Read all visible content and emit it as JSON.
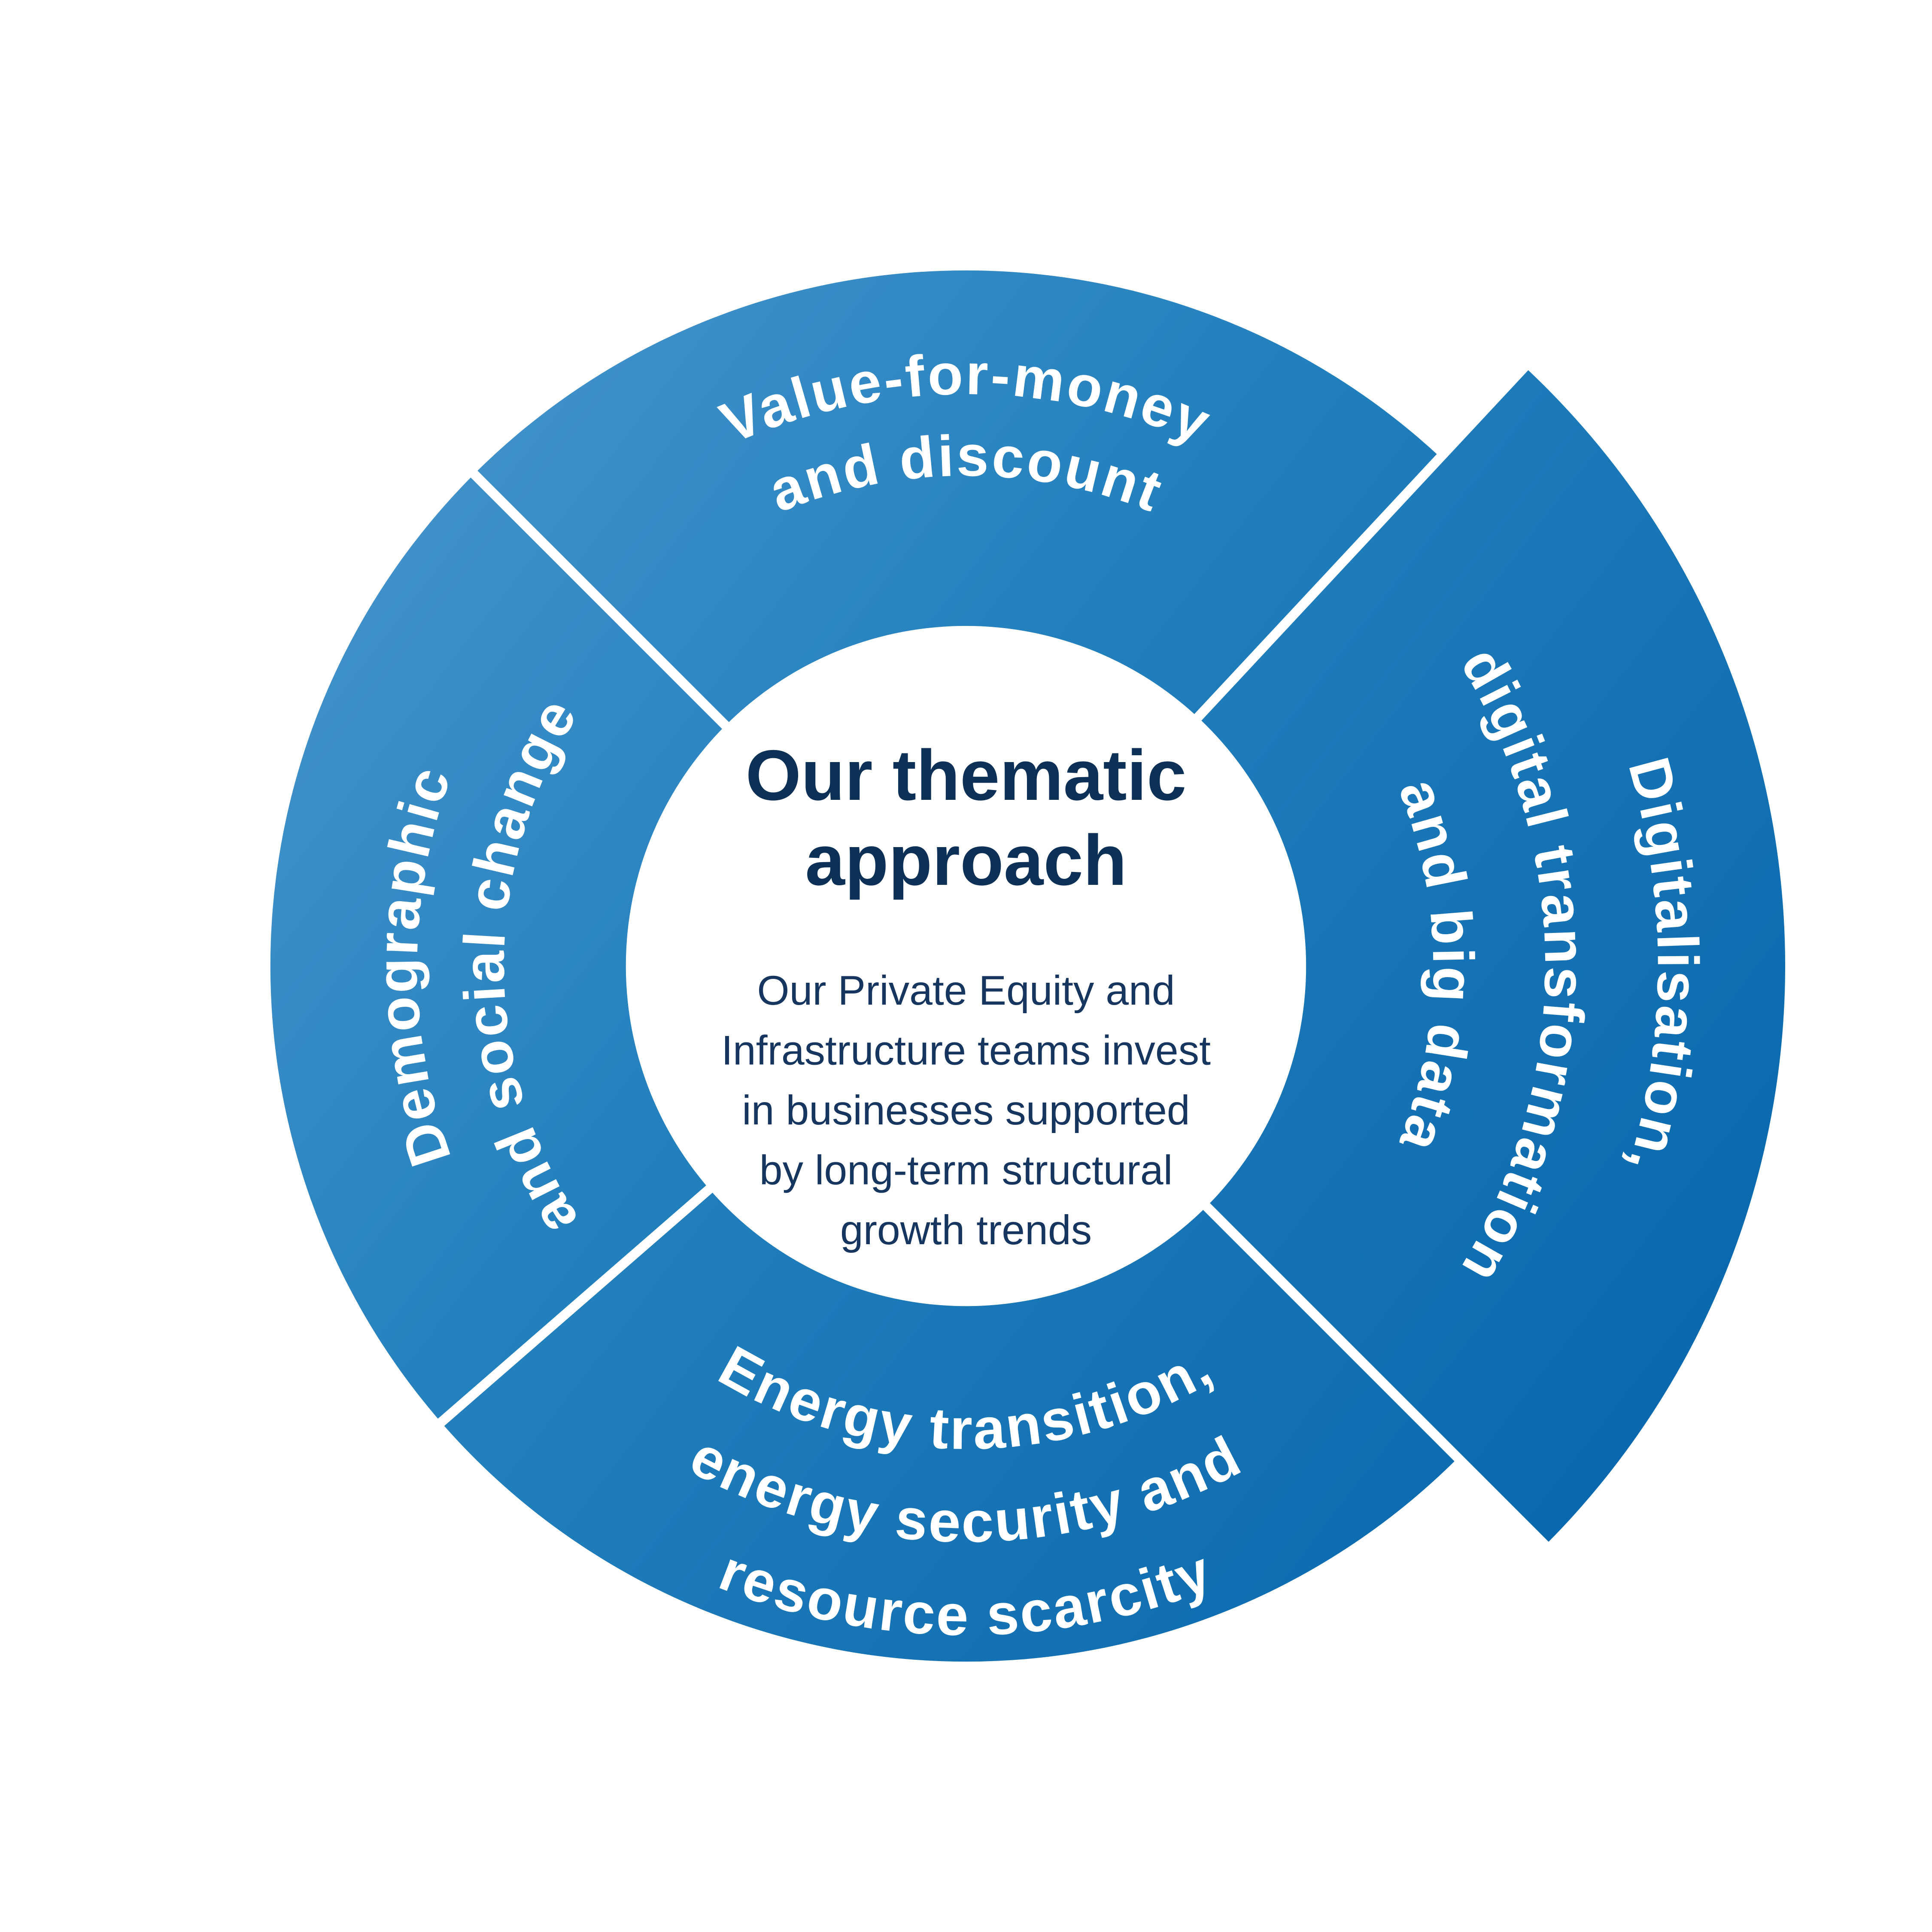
{
  "diagram": {
    "title": "Our thematic approach",
    "center": {
      "title_lines": [
        "Our thematic",
        "approach"
      ],
      "description": "Our Private Equity and Infrastructure teams invest in businesses supported by long-term structural growth trends",
      "description_lines": [
        "Our Private Equity and",
        "Infrastructure teams invest",
        "in businesses supported",
        "by long-term structural",
        "growth trends"
      ]
    },
    "segments": {
      "top": {
        "label": "Value-for-money and discount",
        "lines": [
          "Value-for-money",
          "and discount"
        ]
      },
      "right": {
        "label": "Digitalisation, digital transformation and big data",
        "lines": [
          "Digitalisation,",
          "digital transformation",
          "and big data"
        ]
      },
      "bottom": {
        "label": "Energy transition, energy security and resource scarcity",
        "lines": [
          "Energy transition,",
          "energy security and",
          "resource scarcity"
        ]
      },
      "left": {
        "label": "Demographic and social change",
        "lines": [
          "Demographic",
          "and social change"
        ]
      }
    },
    "colors": {
      "ring_gradient_light": "#4e98cf",
      "ring_gradient_mid": "#2280bd",
      "ring_gradient_dark": "#0765ac",
      "ring_text": "#ffffff",
      "center_title_text": "#0d3156",
      "center_body_text": "#16365f",
      "background": "#ffffff"
    }
  }
}
